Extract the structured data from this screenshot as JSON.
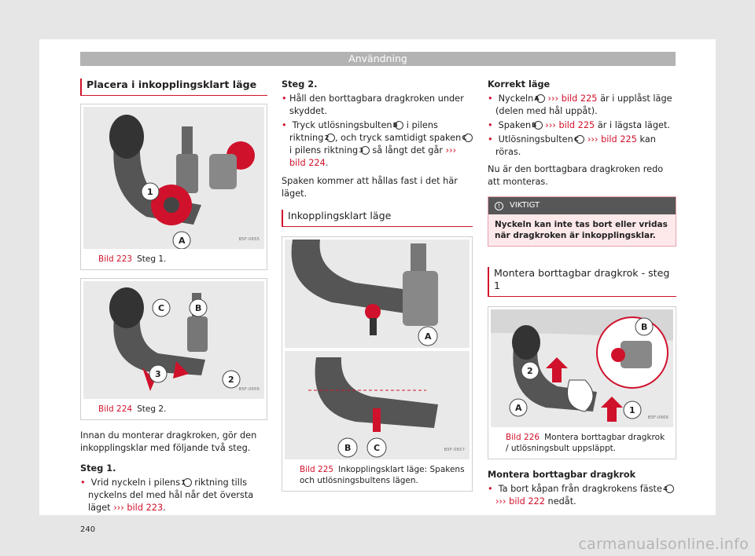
{
  "header": {
    "title": "Användning"
  },
  "col1": {
    "section_title": "Placera i inkopplingsklart läge",
    "fig1": {
      "num": "Bild 223",
      "caption": "Steg 1.",
      "code": "B5F-0655",
      "labels": [
        "1",
        "A"
      ]
    },
    "fig2": {
      "num": "Bild 224",
      "caption": "Steg 2.",
      "code": "B5F-0656",
      "labels": [
        "C",
        "B",
        "3",
        "2"
      ]
    },
    "intro": "Innan du monterar dragkroken, gör den in­kopplingsklar med följande två steg.",
    "step1_title": "Steg 1.",
    "step1_a": "Vrid nyckeln i pilens",
    "step1_badge": "1",
    "step1_b": "riktning tills nyck­elns del med hål når det översta läget",
    "step1_ref_arrow": "›››",
    "step1_ref": "bild 223",
    "step1_end": "."
  },
  "col2": {
    "step2_title": "Steg 2.",
    "b1": "Håll den borttagbara dragkroken under skyddet.",
    "b2_a": "Tryck utlösningsbulten",
    "b2_badge1": "B",
    "b2_b": "i pilens riktning",
    "b2_badge2": "2",
    "b2_c": ", och tryck samtidigt spaken",
    "b2_badge3": "C",
    "b2_d": "i pilens riktning",
    "b2_badge4": "3",
    "b2_e": "så långt det går",
    "b2_ref_arrow": "›››",
    "b2_ref": "bild 224",
    "b2_end": ".",
    "text": "Spaken kommer att hållas fast i det här läget.",
    "sub_title": "Inkopplingsklart läge",
    "fig3": {
      "num": "Bild 225",
      "caption": "Inkopplingsklart läge: Spakens och utlösningsbultens lägen.",
      "code": "B5F-0657",
      "labels": [
        "A",
        "B",
        "C"
      ]
    }
  },
  "col3": {
    "title": "Korrekt läge",
    "c1_a": "Nyckeln",
    "c1_badge": "A",
    "c1_ref_arrow": "›››",
    "c1_ref": "bild 225",
    "c1_b": "är i upplåst läge (delen med hål uppåt).",
    "c2_a": "Spaken",
    "c2_badge": "B",
    "c2_ref_arrow": "›››",
    "c2_ref": "bild 225",
    "c2_b": "är i lägsta läget.",
    "c3_a": "Utlösningsbulten",
    "c3_badge": "C",
    "c3_ref_arrow": "›››",
    "c3_ref": "bild 225",
    "c3_b": "kan röras.",
    "text": "Nu är den borttagbara dragkroken redo att monteras.",
    "warning": {
      "label": "VIKTIGT",
      "text": "Nyckeln kan inte tas bort eller vridas när dragkroken är inkopplingsklar."
    },
    "sub_title": "Montera borttagbar dragkrok - steg 1",
    "fig4": {
      "num": "Bild 226",
      "caption": "Montera borttagbar dragkrok / ut­lösningsbult uppsläppt.",
      "code": "B5F-0666",
      "labels": [
        "B",
        "2",
        "A",
        "1"
      ]
    },
    "mount_title": "Montera borttagbar dragkrok",
    "m1_a": "Ta bort kåpan från dragkrokens fäste",
    "m1_badge": "4",
    "m1_ref_arrow": "›››",
    "m1_ref": "bild 222",
    "m1_b": "nedåt."
  },
  "footer": {
    "page_number": "240",
    "watermark": "carmanualsonline.info"
  }
}
